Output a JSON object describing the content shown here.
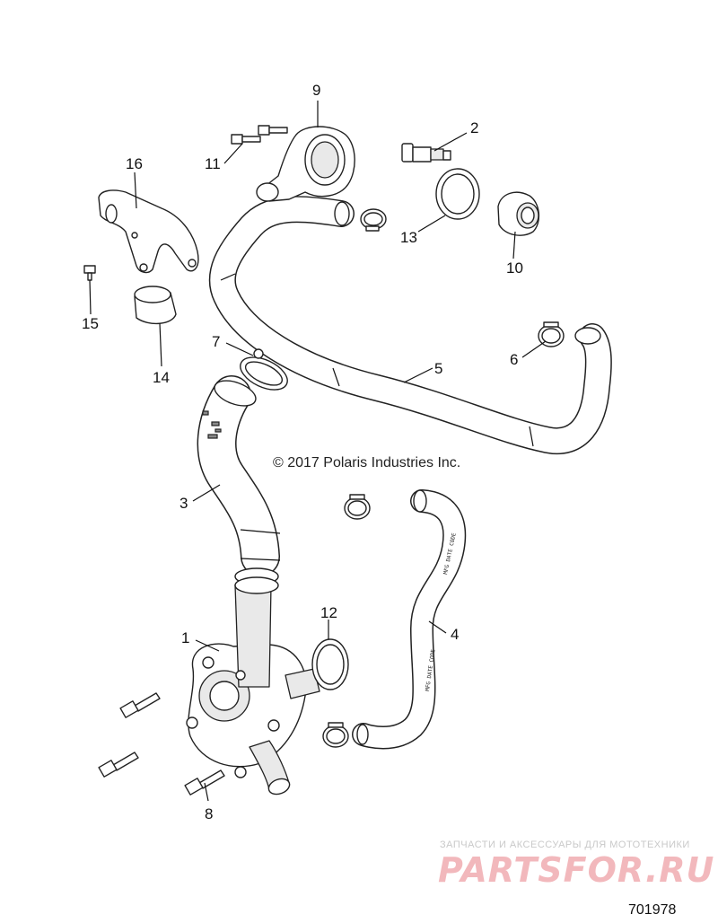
{
  "copyright": "© 2017 Polaris Industries Inc.",
  "reference_number": "701978",
  "watermark": {
    "tagline": "ЗАПЧАСТИ И АКСЕССУАРЫ ДЛЯ МОТОТЕХНИКИ",
    "brand": "PARTSFOR.RU"
  },
  "callouts": {
    "c1": "1",
    "c2": "2",
    "c3": "3",
    "c4": "4",
    "c5": "5",
    "c6": "6",
    "c7": "7",
    "c8": "8",
    "c9": "9",
    "c10": "10",
    "c11": "11",
    "c12": "12",
    "c13": "13",
    "c14": "14",
    "c15": "15",
    "c16": "16"
  },
  "colors": {
    "line": "#222222",
    "watermark_brand": "#f2b8bc",
    "watermark_tagline": "#c9c9c9"
  }
}
